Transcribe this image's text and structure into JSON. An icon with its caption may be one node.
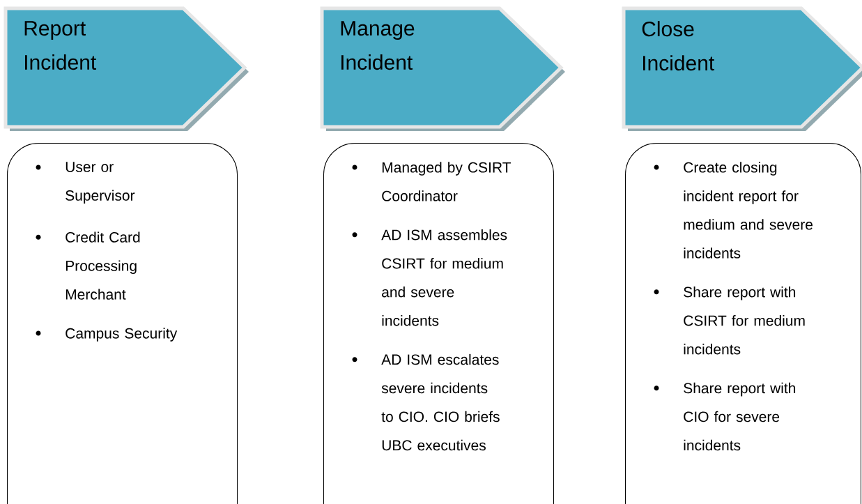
{
  "diagram": {
    "nodes": [
      {
        "text": [
          "Report Incident"
        ]
      },
      {
        "text": [
          "Manage Incident"
        ]
      },
      {
        "text": [
          "Close Incident"
        ]
      },
      {
        "text": [
          "User or Supervisor",
          "Credit Card Processing Merchant",
          "Campus Security"
        ]
      },
      {
        "text": [
          "Managed by CSIRT Coordinator",
          "AD ISM assembles CSIRT for medium and severe incidents",
          "AD ISM escalates severe incidents to CIO. CIO briefs UBC executives"
        ]
      },
      {
        "text": [
          "Create closing incident report for medium and severe incidents",
          "Share report with CSIRT for medium incidents",
          "Share report with CIO for severe incidents"
        ]
      }
    ],
    "edges": []
  }
}
